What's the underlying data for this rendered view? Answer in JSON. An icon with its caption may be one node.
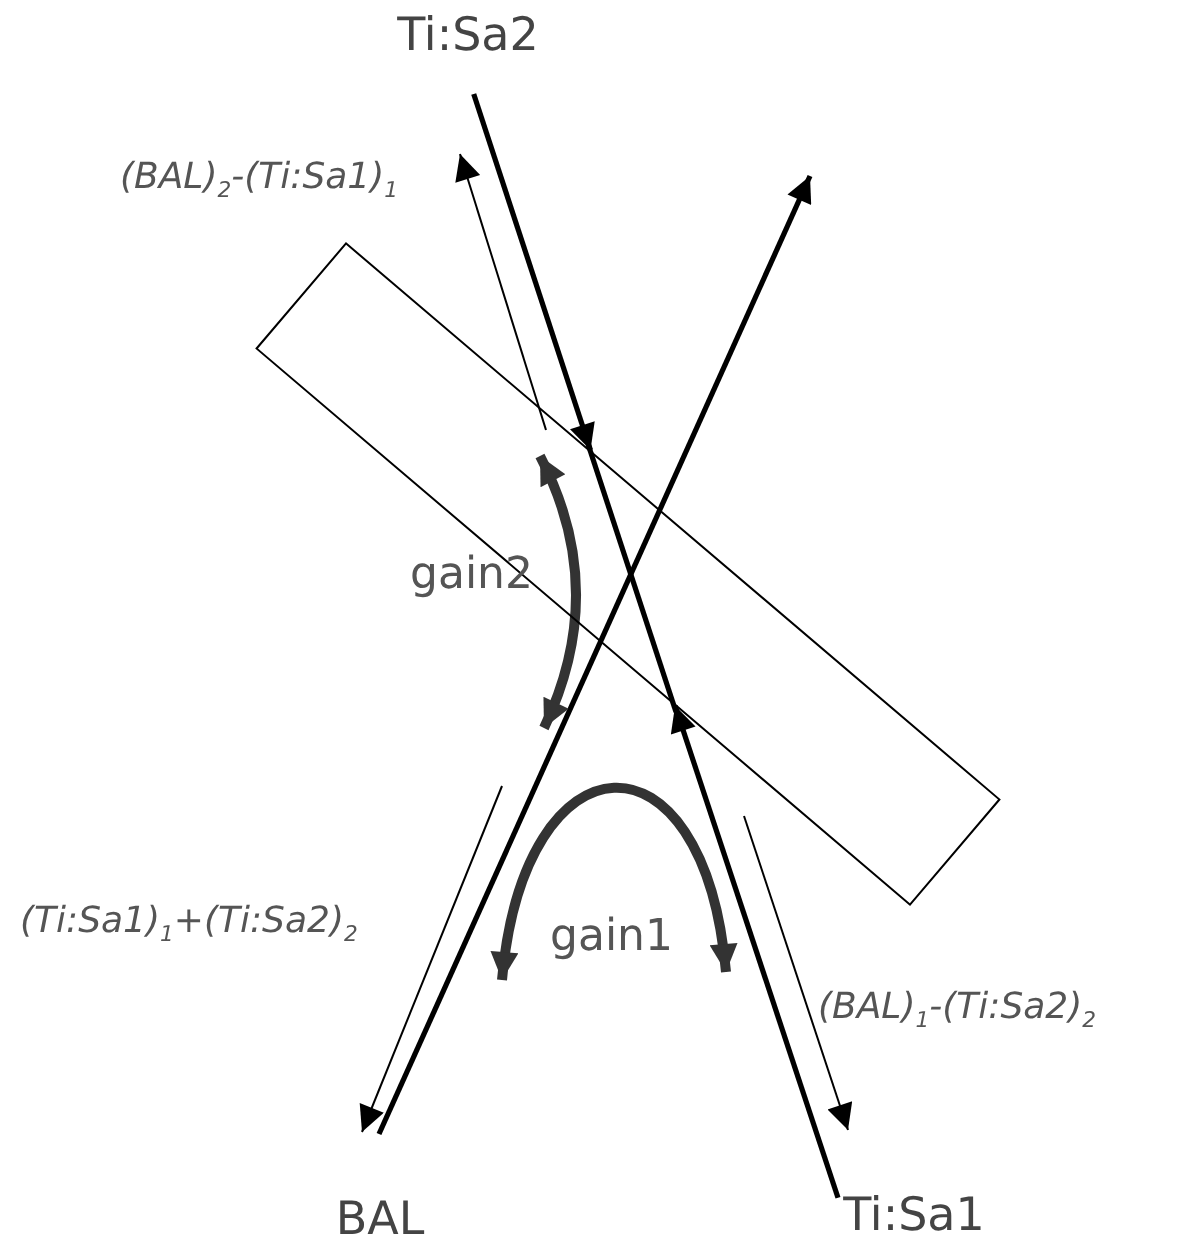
{
  "diagram": {
    "nodes": [
      {
        "text": [
          "Ti:Sa2"
        ]
      },
      {
        "text": [],
        "shape": "box"
      },
      {
        "text": [
          "BAL"
        ]
      },
      {
        "text": [
          "Ti:Sa1"
        ]
      }
    ],
    "edges": [
      {
        "from": 0,
        "to": 1,
        "arrow": "to"
      },
      {
        "from": 3,
        "to": 1,
        "arrow": "to"
      },
      {
        "from": 2,
        "to": null,
        "arrow": "to"
      }
    ],
    "labels": [
      "(BAL)$_{2}$-(Ti:Sa1)$_{1}$",
      "gain2",
      "(Ti:Sa1)$_{1}$+(Ti:Sa2)$_{2}$",
      "gain1",
      "(BAL)$_{1}$-(Ti:Sa2)$_{2}$"
    ]
  }
}
